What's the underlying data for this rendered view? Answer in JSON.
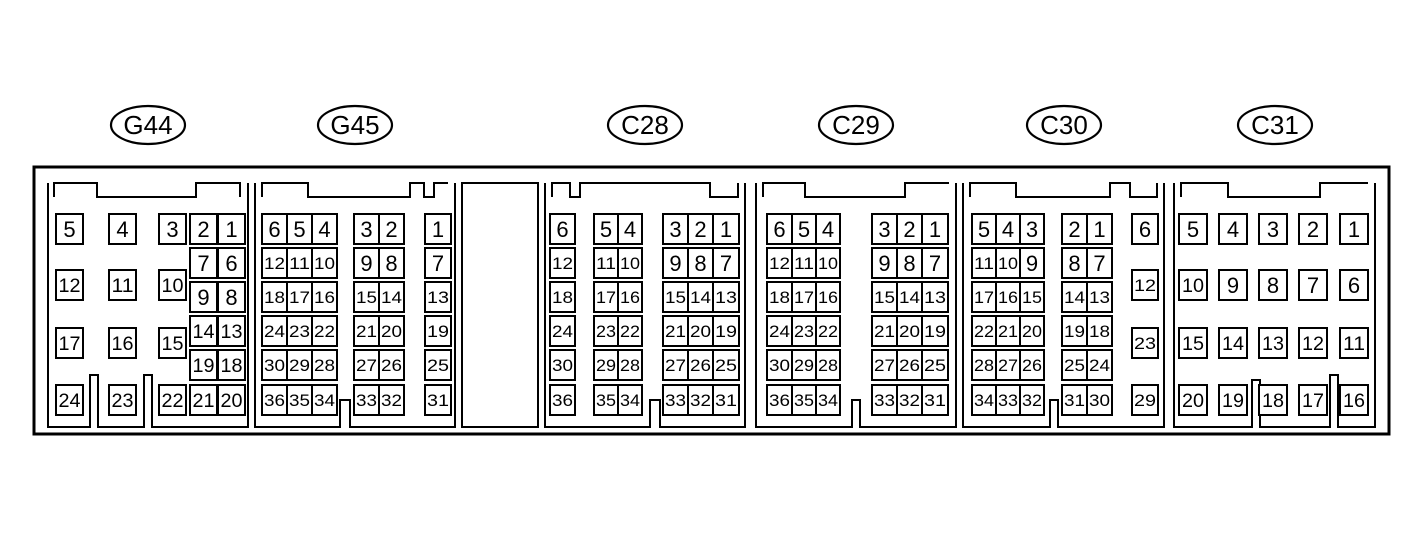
{
  "connectors": [
    {
      "label": "G44",
      "pins": [
        "5",
        "4",
        "3",
        "2",
        "1",
        "7",
        "6",
        "12",
        "11",
        "10",
        "9",
        "8",
        "14",
        "13",
        "17",
        "16",
        "15",
        "19",
        "18",
        "24",
        "23",
        "22",
        "21",
        "20"
      ]
    },
    {
      "label": "G45",
      "pins": [
        "6",
        "5",
        "4",
        "3",
        "2",
        "1",
        "12",
        "11",
        "10",
        "9",
        "8",
        "7",
        "18",
        "17",
        "16",
        "15",
        "14",
        "13",
        "24",
        "23",
        "22",
        "21",
        "20",
        "19",
        "30",
        "29",
        "28",
        "27",
        "26",
        "25",
        "36",
        "35",
        "34",
        "33",
        "32",
        "31"
      ]
    },
    {
      "label": "C28",
      "pins": [
        "6",
        "5",
        "4",
        "3",
        "2",
        "1",
        "12",
        "11",
        "10",
        "9",
        "8",
        "7",
        "18",
        "17",
        "16",
        "15",
        "14",
        "13",
        "24",
        "23",
        "22",
        "21",
        "20",
        "19",
        "30",
        "29",
        "28",
        "27",
        "26",
        "25",
        "36",
        "35",
        "34",
        "33",
        "32",
        "31"
      ]
    },
    {
      "label": "C29",
      "pins": [
        "6",
        "5",
        "4",
        "3",
        "2",
        "1",
        "12",
        "11",
        "10",
        "9",
        "8",
        "7",
        "18",
        "17",
        "16",
        "15",
        "14",
        "13",
        "24",
        "23",
        "22",
        "21",
        "20",
        "19",
        "30",
        "29",
        "28",
        "27",
        "26",
        "25",
        "36",
        "35",
        "34",
        "33",
        "32",
        "31"
      ]
    },
    {
      "label": "C30",
      "pins": [
        "5",
        "4",
        "3",
        "2",
        "1",
        "6",
        "11",
        "10",
        "9",
        "8",
        "7",
        "12",
        "17",
        "16",
        "15",
        "14",
        "13",
        "22",
        "21",
        "20",
        "19",
        "18",
        "23",
        "28",
        "27",
        "26",
        "25",
        "24",
        "34",
        "33",
        "32",
        "31",
        "30",
        "29"
      ]
    },
    {
      "label": "C31",
      "pins": [
        "5",
        "4",
        "3",
        "2",
        "1",
        "10",
        "9",
        "8",
        "7",
        "6",
        "15",
        "14",
        "13",
        "12",
        "11",
        "20",
        "19",
        "18",
        "17",
        "16"
      ]
    }
  ]
}
